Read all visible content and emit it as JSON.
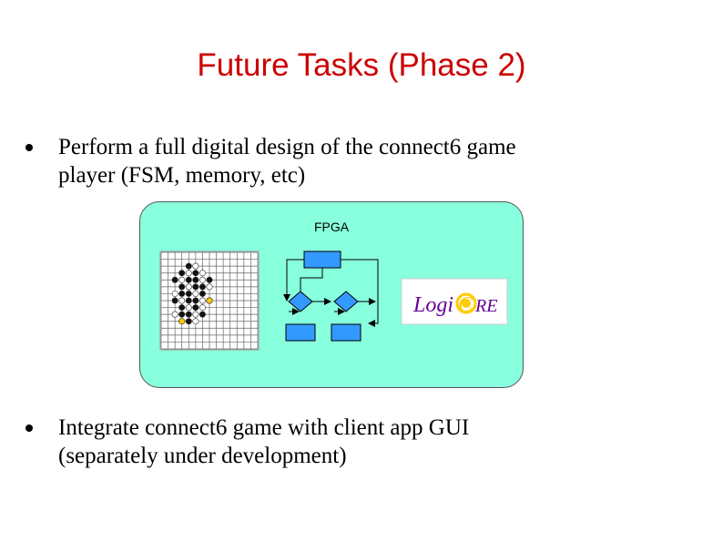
{
  "title": "Future Tasks (Phase 2)",
  "bullets": [
    {
      "lines": [
        "Perform a full digital design of the connect6 game",
        "player (FSM, memory, etc)"
      ]
    },
    {
      "lines": [
        "Integrate connect6 game with client app GUI",
        "(separately under development)"
      ]
    }
  ],
  "diagram": {
    "container_label": "FPGA",
    "logo_text": "LogiCORE",
    "colors": {
      "title": "#cc0000",
      "fpga_fill": "#88ffdd",
      "block_fill": "#3399ff",
      "logo_yellow": "#ffcc00",
      "logo_purple": "#660099"
    }
  }
}
